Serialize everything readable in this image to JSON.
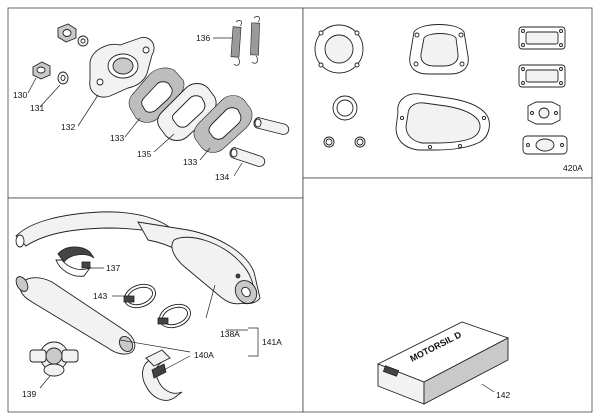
{
  "callouts": {
    "c136": "136",
    "c130": "130",
    "c131": "131",
    "c132": "132",
    "c133a": "133",
    "c133b": "133",
    "c135": "135",
    "c134": "134",
    "c420A": "420A",
    "c137": "137",
    "c143": "143",
    "c138A": "138A",
    "c141A": "141A",
    "c140A": "140A",
    "c139": "139",
    "c142": "142"
  },
  "product_box": {
    "brand_text": "MOTORSIL D"
  }
}
